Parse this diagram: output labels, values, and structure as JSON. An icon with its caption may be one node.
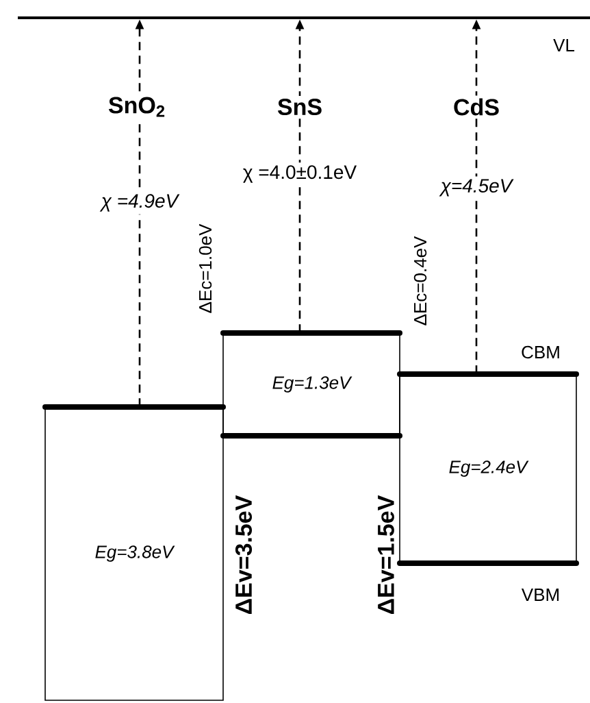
{
  "diagram": {
    "nodes": [
      {
        "text": [],
        "shape": "bar",
        "beside": [
          "VL"
        ]
      },
      {
        "text": [
          "Eg=3.8eV"
        ]
      },
      {
        "text": [
          "Eg=1.3eV"
        ]
      },
      {
        "text": [
          "Eg=2.4eV"
        ],
        "beside": [
          "CBM",
          "VBM"
        ]
      }
    ],
    "edges": [
      {
        "from": 1,
        "to": 0,
        "arrow": "to",
        "style": "dashed",
        "label": "χ =4.9eV"
      },
      {
        "from": 2,
        "to": 0,
        "arrow": "to",
        "style": "dashed",
        "label": "χ =4.0±0.1eV"
      },
      {
        "from": 3,
        "to": 0,
        "arrow": "to",
        "style": "dashed",
        "label": "χ=4.5eV"
      }
    ],
    "labels": [
      "SnO$_{2}$",
      "SnS",
      "CdS",
      "ΔEc=1.0eV",
      "ΔEc=0.4eV",
      "ΔEv=3.5eV",
      "ΔEv=1.5eV"
    ]
  }
}
